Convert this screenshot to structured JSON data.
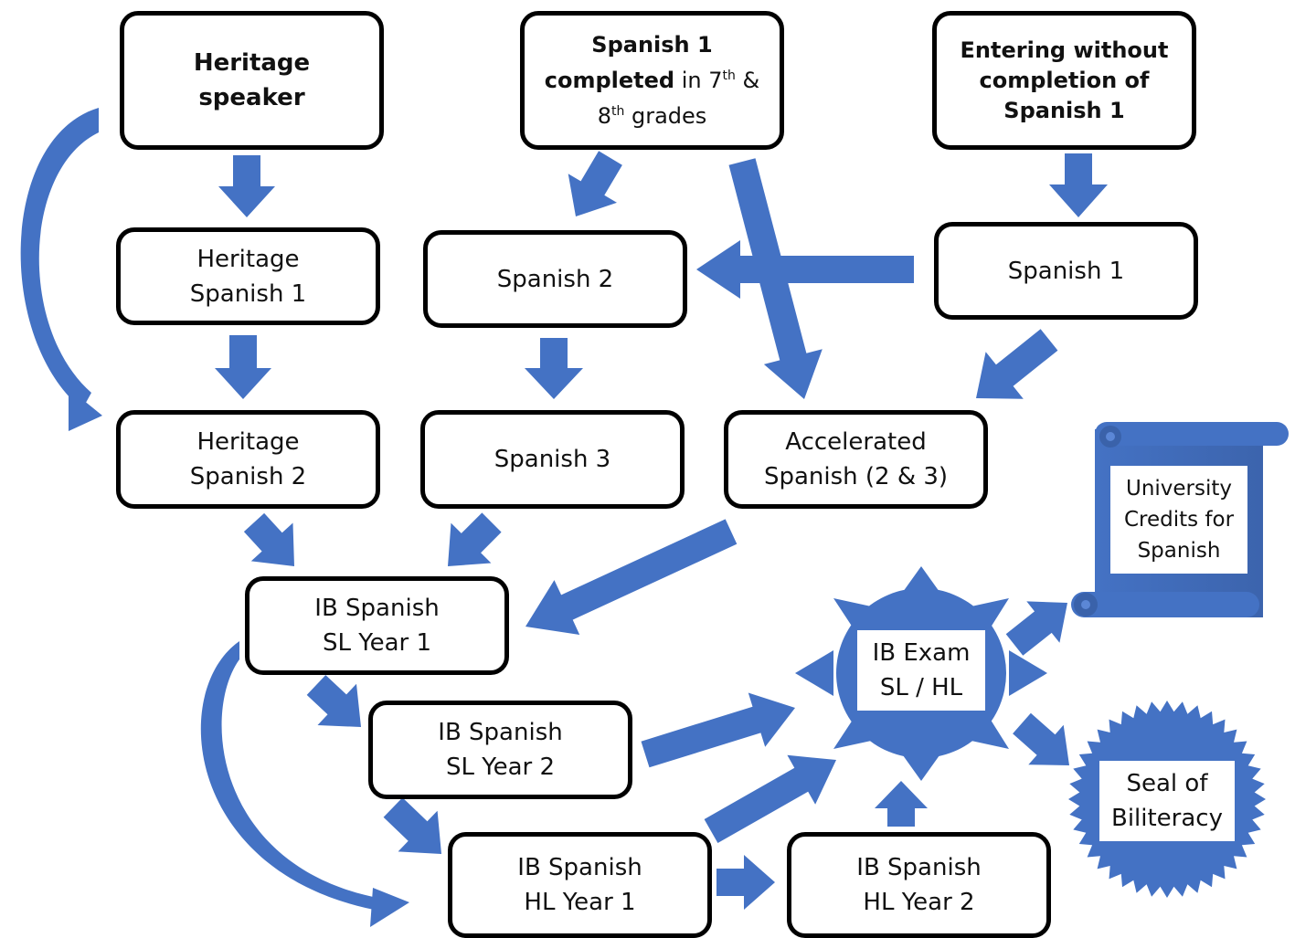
{
  "colors": {
    "arrow": "#4472c4",
    "border": "#000000",
    "text": "#111111",
    "background": "#ffffff"
  },
  "boxes": {
    "heritage_speaker": {
      "lines": [
        "Heritage",
        "speaker"
      ]
    },
    "spanish1_completed": {
      "line1": "Spanish 1",
      "line2_bold": "completed",
      "line2_rest": " in 7",
      "line2_sup": "th",
      "line2_end": " &",
      "line3_start": "8",
      "line3_sup": "th",
      "line3_end": " grades"
    },
    "entering_without": {
      "lines": [
        "Entering without",
        "completion of",
        "Spanish 1"
      ]
    },
    "heritage_spanish_1": {
      "lines": [
        "Heritage",
        "Spanish 1"
      ]
    },
    "spanish_2": {
      "lines": [
        "Spanish 2"
      ]
    },
    "spanish_1": {
      "lines": [
        "Spanish 1"
      ]
    },
    "heritage_spanish_2": {
      "lines": [
        "Heritage",
        "Spanish 2"
      ]
    },
    "spanish_3": {
      "lines": [
        "Spanish 3"
      ]
    },
    "accelerated_spanish": {
      "lines": [
        "Accelerated",
        "Spanish (2 & 3)"
      ]
    },
    "ib_sl_year1": {
      "lines": [
        "IB Spanish",
        "SL Year 1"
      ]
    },
    "ib_sl_year2": {
      "lines": [
        "IB Spanish",
        "SL Year 2"
      ]
    },
    "ib_hl_year1": {
      "lines": [
        "IB Spanish",
        "HL Year 1"
      ]
    },
    "ib_hl_year2": {
      "lines": [
        "IB Spanish",
        "HL Year 2"
      ]
    }
  },
  "ib_exam": {
    "lines": [
      "IB Exam",
      "SL / HL"
    ]
  },
  "university_credits": {
    "lines": [
      "University",
      "Credits for",
      "Spanish"
    ]
  },
  "seal_of_biliteracy": {
    "lines": [
      "Seal of",
      "Biliteracy"
    ]
  }
}
